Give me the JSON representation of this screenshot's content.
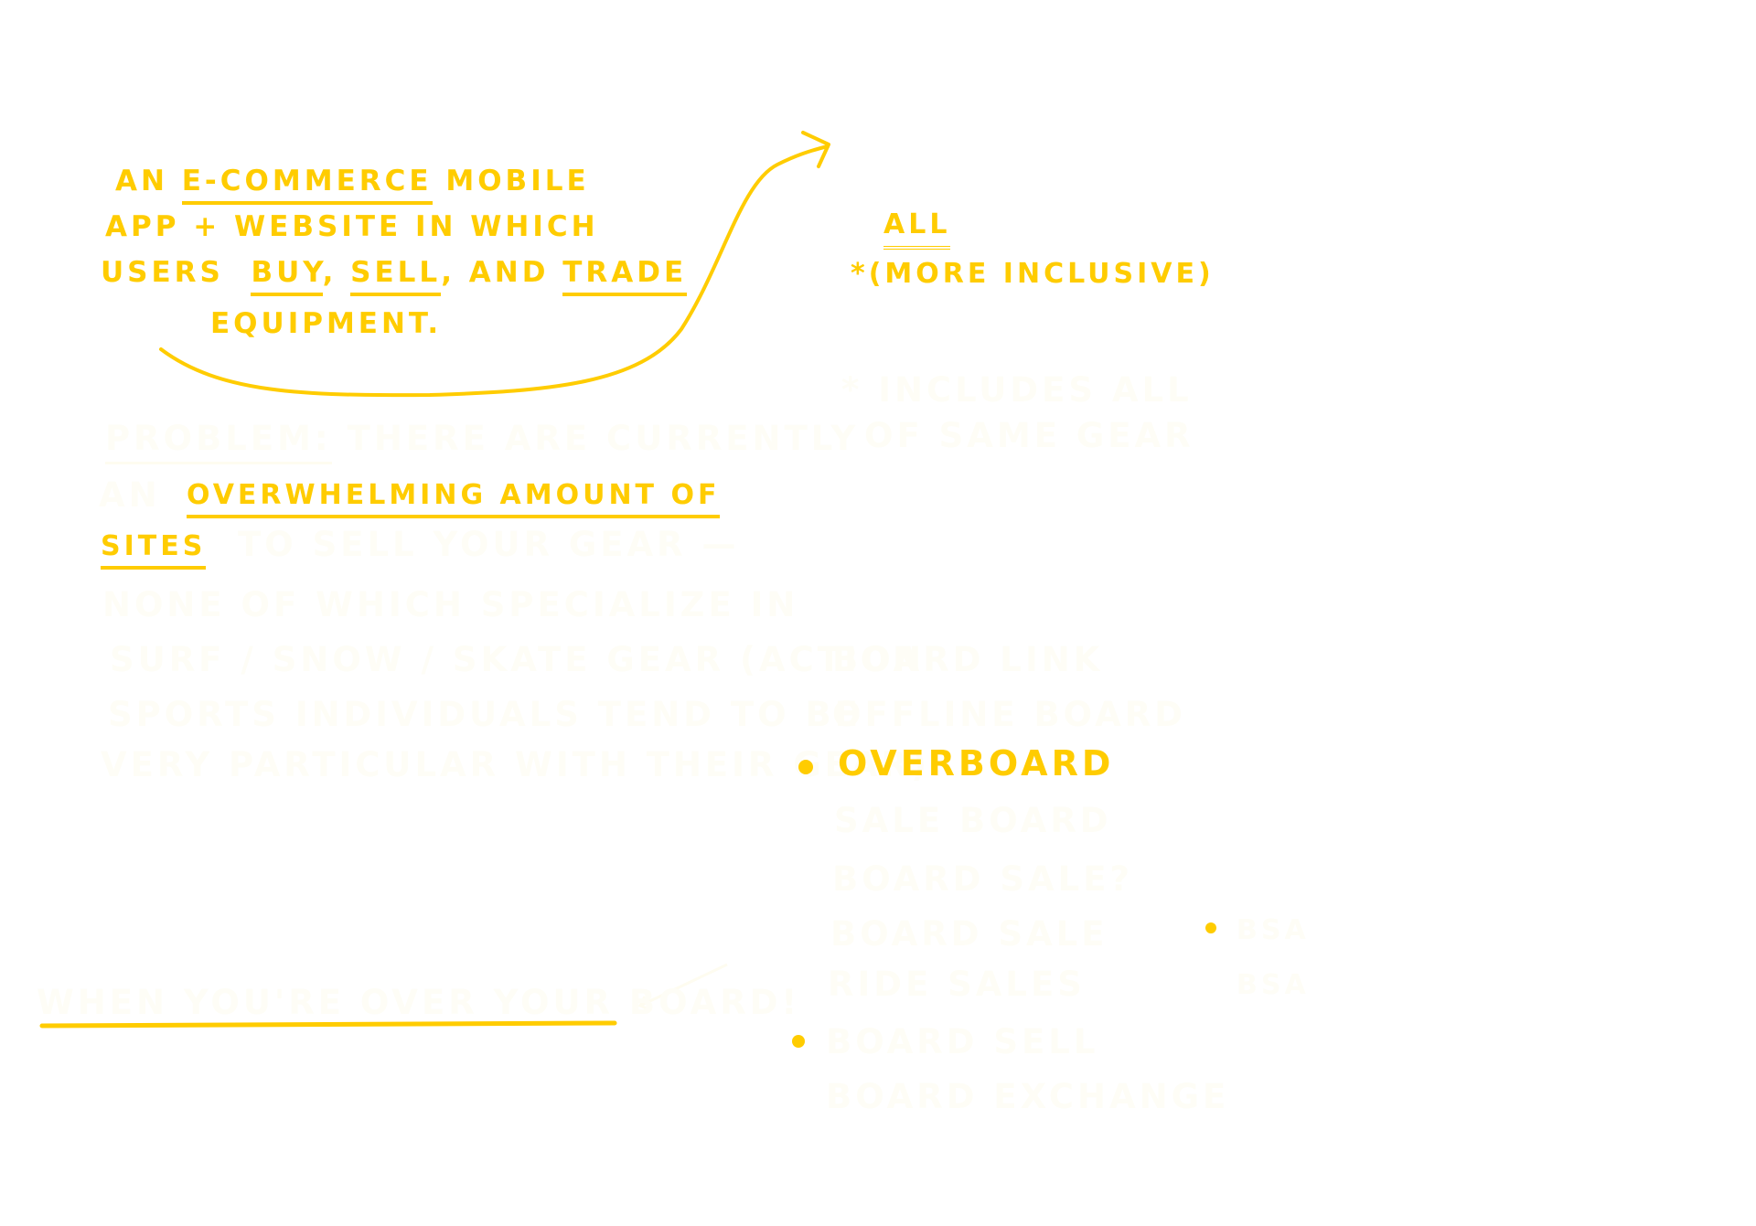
{
  "colors": {
    "accent": "#FFCC00",
    "faint_text": "#FEFDF6",
    "background": "#ffffff"
  },
  "intro": {
    "line1": {
      "a": "An",
      "b": "E-Commerce",
      "c": "Mobile"
    },
    "line2": "App + Website in which",
    "line3": {
      "a": "Users",
      "buy": "Buy",
      "sep1": ",",
      "sell": "Sell",
      "sep2": ", and",
      "trade": "Trade"
    },
    "line4": "Equipment."
  },
  "target": {
    "all": "All",
    "note": "*(More inclusive)"
  },
  "problem": {
    "line1": {
      "label": "Problem:",
      "rest": "There are currently"
    },
    "line2": {
      "a": "an",
      "b": "Overwhelming amount of"
    },
    "line3": {
      "a": "Sites",
      "b": "to sell your gear —"
    },
    "line4": "none of which specialize in",
    "line5": "surf / snow / skate gear (action",
    "line6": "sports individuals tend to be",
    "line7": "very particular with their gear)."
  },
  "tagline": "When you're over your board!",
  "name_ideas": {
    "faint_header_lines": [
      "* includes all",
      "of same gear"
    ],
    "items": [
      {
        "label": "Overboard",
        "bullet": true,
        "highlighted": true
      },
      {
        "label": "Sale Board",
        "bullet": false,
        "highlighted": false
      },
      {
        "label": "Board Sale?",
        "bullet": false,
        "highlighted": false
      },
      {
        "label": "Board Sale",
        "bullet": false,
        "highlighted": false
      },
      {
        "label": "Ride Sales",
        "bullet": false,
        "highlighted": false
      },
      {
        "label": "Board Sell",
        "bullet": true,
        "highlighted": false
      },
      {
        "label": "Board Exchange",
        "bullet": false,
        "highlighted": false
      }
    ],
    "other_faint": [
      "Board Link",
      "Offline Board"
    ],
    "right_items": [
      "BSA",
      "BSA"
    ]
  }
}
